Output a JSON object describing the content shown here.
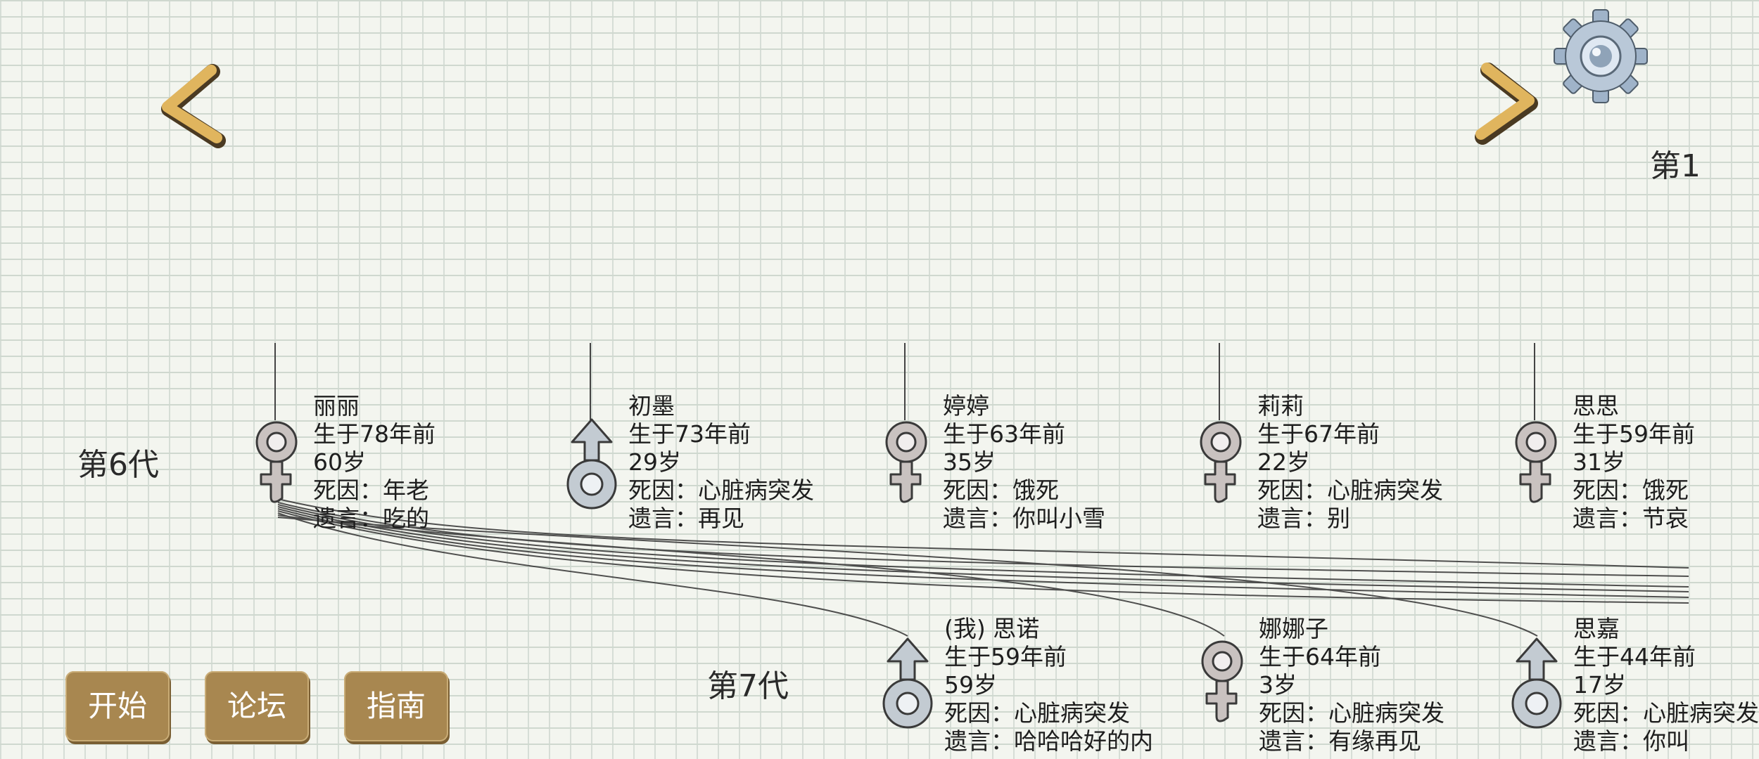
{
  "navigation": {
    "prev": "chevron-left-icon",
    "next": "chevron-right-icon",
    "settings": "gear-icon"
  },
  "generation_clipped": "第1",
  "generations": [
    {
      "label": "第6代",
      "members": [
        {
          "gender": "female",
          "name": "丽丽",
          "born": "生于78年前",
          "age": "60岁",
          "death": "死因：年老",
          "words": "遗言：吃的"
        },
        {
          "gender": "male",
          "name": "初墨",
          "born": "生于73年前",
          "age": "29岁",
          "death": "死因：心脏病突发",
          "words": "遗言：再见"
        },
        {
          "gender": "female",
          "name": "婷婷",
          "born": "生于63年前",
          "age": "35岁",
          "death": "死因：饿死",
          "words": "遗言：你叫小雪"
        },
        {
          "gender": "female",
          "name": "莉莉",
          "born": "生于67年前",
          "age": "22岁",
          "death": "死因：心脏病突发",
          "words": "遗言：别"
        },
        {
          "gender": "female",
          "name": "思思",
          "born": "生于59年前",
          "age": "31岁",
          "death": "死因：饿死",
          "words": "遗言：节哀"
        }
      ]
    },
    {
      "label": "第7代",
      "members": [
        {
          "gender": "male",
          "name": "(我) 思诺",
          "born": "生于59年前",
          "age": "59岁",
          "death": "死因：心脏病突发",
          "words": "遗言：哈哈哈好的内"
        },
        {
          "gender": "female",
          "name": "娜娜子",
          "born": "生于64年前",
          "age": "3岁",
          "death": "死因：心脏病突发",
          "words": "遗言：有缘再见"
        },
        {
          "gender": "male",
          "name": "思嘉",
          "born": "生于44年前",
          "age": "17岁",
          "death": "死因：心脏病突发",
          "words": "遗言：你叫"
        }
      ]
    }
  ],
  "menu": {
    "start": "开始",
    "forum": "论坛",
    "guide": "指南"
  },
  "colors": {
    "accent": "#a88750",
    "chevron": "#e0b55e",
    "female_symbol": "#c9c2c0",
    "male_symbol": "#c3cbd2"
  }
}
